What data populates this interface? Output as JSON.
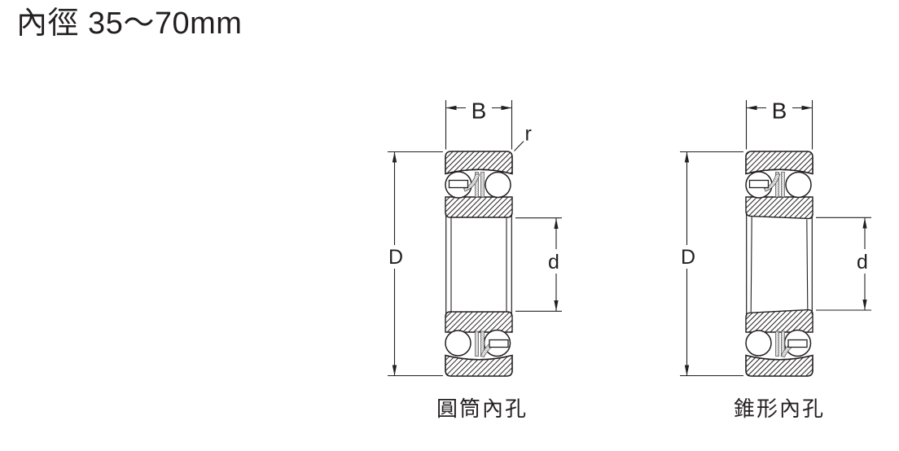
{
  "page": {
    "title": "內徑 35～70mm"
  },
  "colors": {
    "ink": "#231f20",
    "background": "#ffffff"
  },
  "diagrams": [
    {
      "id": "cylindrical-bore-bearing",
      "caption": "圓筒內孔",
      "labels": {
        "width": "B",
        "outer_diameter": "D",
        "bore_diameter": "d",
        "chamfer_radius": "r"
      }
    },
    {
      "id": "tapered-bore-bearing",
      "caption": "錐形內孔",
      "labels": {
        "width": "B",
        "outer_diameter": "D",
        "bore_diameter": "d"
      }
    }
  ]
}
